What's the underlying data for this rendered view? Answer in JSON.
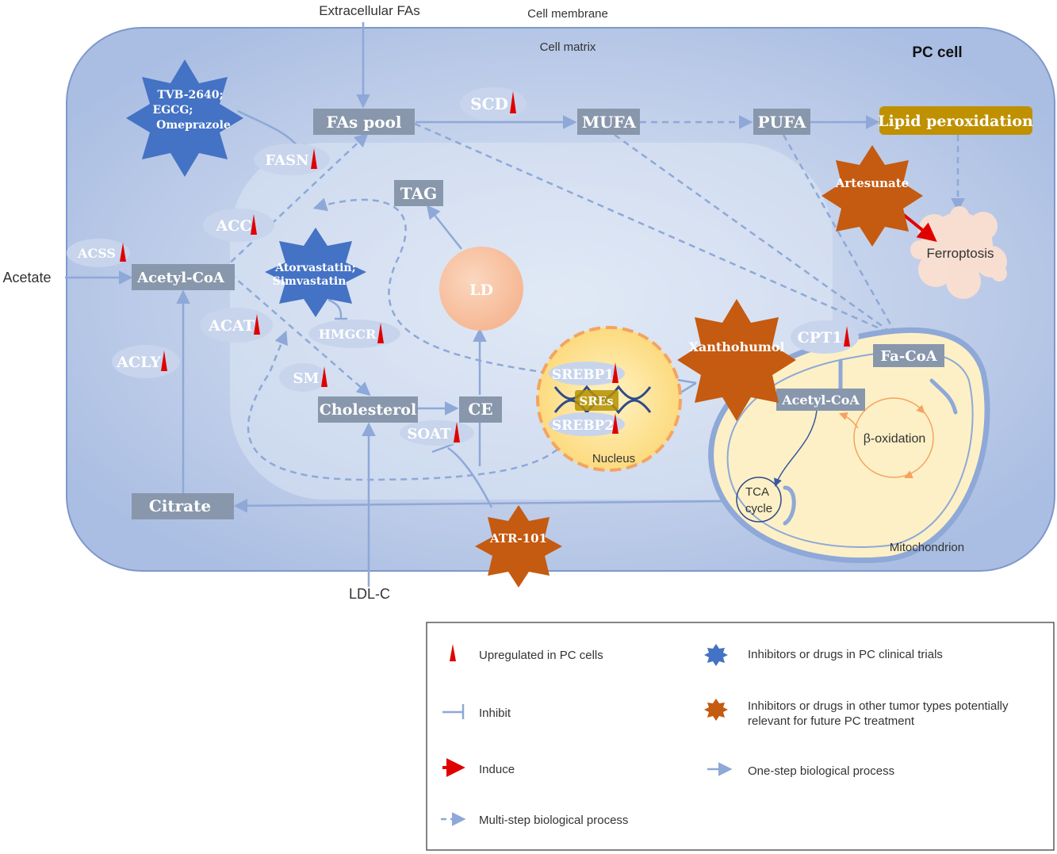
{
  "colors": {
    "cell_fill": "#b3c6e6",
    "cell_stroke": "#4a6fb5",
    "node_box": "#8897ab",
    "enzyme_ellipse": "#c7d4ec",
    "arrow": "#8ea8d8",
    "clinical_drug": "#4472c4",
    "other_drug": "#c55a11",
    "lipid_perox_box": "#bf9000",
    "upregulated": "#e00000",
    "induce": "#e00000",
    "nucleus_fill": "#fde49a",
    "nucleus_stroke": "#f4a460",
    "mito_fill": "#fdf0c6",
    "mito_stroke": "#8ea8d8",
    "ld_fill": "#f8c8a8",
    "ferroptosis_fill": "#fbe0d0"
  },
  "labels": {
    "extracellular_fas": "Extracellular FAs",
    "cell_membrane": "Cell membrane",
    "cell_matrix": "Cell matrix",
    "pc_cell": "PC cell",
    "acetate": "Acetate",
    "ldl_c": "LDL-C",
    "nucleus": "Nucleus",
    "mitochondrion": "Mitochondrion",
    "ferroptosis": "Ferroptosis",
    "beta_oxidation": "β-oxidation",
    "tca_line1": "TCA",
    "tca_line2": "cycle",
    "ld": "LD"
  },
  "nodes": {
    "fas_pool": "FAs pool",
    "mufa": "MUFA",
    "pufa": "PUFA",
    "lipid_peroxidation": "Lipid peroxidation",
    "tag": "TAG",
    "acetyl_coa": "Acetyl-CoA",
    "cholesterol": "Cholesterol",
    "ce": "CE",
    "citrate": "Citrate",
    "fa_coa": "Fa-CoA",
    "mito_acetyl_coa": "Acetyl-CoA"
  },
  "enzymes": {
    "scd": "SCD",
    "fasn": "FASN",
    "acc": "ACC",
    "acss": "ACSS",
    "acat": "ACAT",
    "hmgcr": "HMGCR",
    "acly": "ACLY",
    "sm": "SM",
    "soat": "SOAT",
    "cpt1": "CPT1",
    "srebp1": "SREBP1",
    "srebp2": "SREBP2",
    "sres": "SREs"
  },
  "drugs": {
    "clinical": {
      "tvb_line1": "TVB-2640;",
      "tvb_line2": "EGCG;",
      "tvb_line3": "Omeprazole",
      "statin_line1": "Atorvastatin;",
      "statin_line2": "Simvastatin"
    },
    "other": {
      "artesunate": "Artesunate",
      "xanthohumol": "Xanthohumol",
      "atr101": "ATR-101"
    }
  },
  "legend": {
    "upregulated": "Upregulated in PC cells",
    "inhibit": "Inhibit",
    "induce": "Induce",
    "multi_step": "Multi-step biological process",
    "clinical_trials": "Inhibitors or drugs in PC clinical trials",
    "other_tumor_line1": "Inhibitors or drugs in other tumor types potentially",
    "other_tumor_line2": "relevant for future PC treatment",
    "one_step": "One-step biological process"
  }
}
